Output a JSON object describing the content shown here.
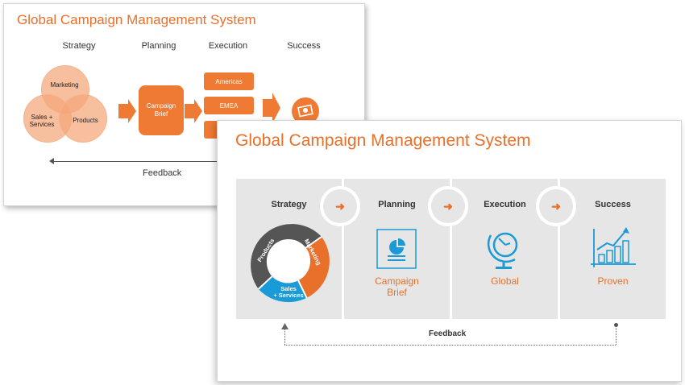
{
  "back_slide": {
    "title": "Global Campaign Management System",
    "columns": [
      "Strategy",
      "Planning",
      "Execution",
      "Success"
    ],
    "venn": [
      "Marketing",
      "Sales +\nServices",
      "Products"
    ],
    "brief": "Campaign\nBrief",
    "regions": [
      "Americas",
      "EMEA"
    ],
    "feedback": "Feedback",
    "accent": "#ee7a33"
  },
  "front_slide": {
    "title": "Global Campaign Management System",
    "stages": [
      {
        "heading": "Strategy",
        "label": ""
      },
      {
        "heading": "Planning",
        "label": "Campaign\nBrief"
      },
      {
        "heading": "Execution",
        "label": "Global"
      },
      {
        "heading": "Success",
        "label": "Proven"
      }
    ],
    "puzzle": {
      "products": "Products",
      "marketing": "Marketing",
      "sales": "Sales",
      "services": "+ Services"
    },
    "feedback": "Feedback",
    "arrow_icon": "arrow-right-icon",
    "colors": {
      "orange": "#e8702a",
      "blue": "#1a9ad6",
      "gray": "#555555",
      "panel": "#e6e6e6"
    }
  }
}
